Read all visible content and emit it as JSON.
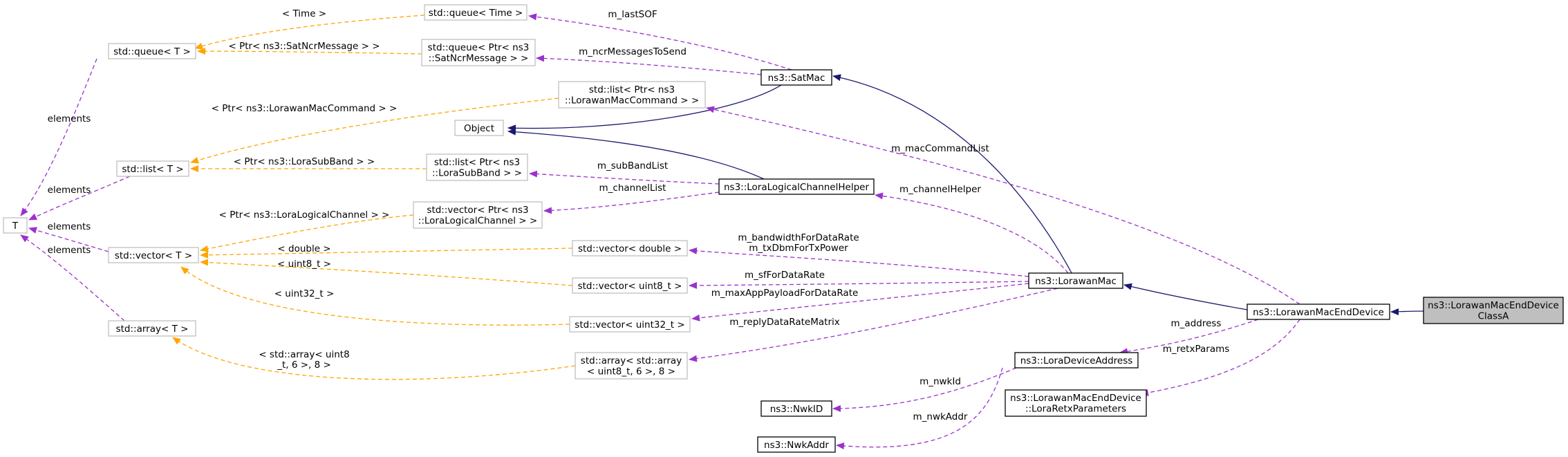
{
  "colors": {
    "inherit": "#191970",
    "usage": "#9a32cd",
    "template": "#ffa500",
    "node_border_main": "#000000",
    "node_border_ext": "#bfbfbf",
    "node_fill_focus": "#bfbfbf"
  },
  "nodes": [
    {
      "id": "T",
      "lines": [
        "T"
      ],
      "style": "ext"
    },
    {
      "id": "queue_T",
      "lines": [
        "std::queue< T >"
      ],
      "style": "ext"
    },
    {
      "id": "list_T",
      "lines": [
        "std::list< T >"
      ],
      "style": "ext"
    },
    {
      "id": "vector_T",
      "lines": [
        "std::vector< T >"
      ],
      "style": "ext"
    },
    {
      "id": "array_T",
      "lines": [
        "std::array< T >"
      ],
      "style": "ext"
    },
    {
      "id": "queue_time",
      "lines": [
        "std::queue< Time >"
      ],
      "style": "ext"
    },
    {
      "id": "queue_ncr",
      "lines": [
        "std::queue< Ptr< ns3",
        "::SatNcrMessage > >"
      ],
      "style": "ext"
    },
    {
      "id": "list_maccmd",
      "lines": [
        "std::list< Ptr< ns3",
        "::LorawanMacCommand > >"
      ],
      "style": "ext"
    },
    {
      "id": "object",
      "lines": [
        "Object"
      ],
      "style": "ext"
    },
    {
      "id": "list_subband",
      "lines": [
        "std::list< Ptr< ns3",
        "::LoraSubBand > >"
      ],
      "style": "ext"
    },
    {
      "id": "vector_logch",
      "lines": [
        "std::vector< Ptr< ns3",
        "::LoraLogicalChannel > >"
      ],
      "style": "ext"
    },
    {
      "id": "vector_double",
      "lines": [
        "std::vector< double >"
      ],
      "style": "ext"
    },
    {
      "id": "vector_uint8",
      "lines": [
        "std::vector< uint8_t >"
      ],
      "style": "ext"
    },
    {
      "id": "vector_uint32",
      "lines": [
        "std::vector< uint32_t >"
      ],
      "style": "ext"
    },
    {
      "id": "array_array",
      "lines": [
        "std::array< std::array",
        "< uint8_t, 6 >, 8 >"
      ],
      "style": "ext"
    },
    {
      "id": "satmac",
      "lines": [
        "ns3::SatMac"
      ],
      "style": "main"
    },
    {
      "id": "logch_helper",
      "lines": [
        "ns3::LoraLogicalChannelHelper"
      ],
      "style": "main"
    },
    {
      "id": "lorawan_mac",
      "lines": [
        "ns3::LorawanMac"
      ],
      "style": "main"
    },
    {
      "id": "lorawan_enddev",
      "lines": [
        "ns3::LorawanMacEndDevice"
      ],
      "style": "main"
    },
    {
      "id": "enddev_classA",
      "lines": [
        "ns3::LorawanMacEndDevice",
        "ClassA"
      ],
      "style": "focus"
    },
    {
      "id": "dev_address",
      "lines": [
        "ns3::LoraDeviceAddress"
      ],
      "style": "main"
    },
    {
      "id": "nwkid",
      "lines": [
        "ns3::NwkID"
      ],
      "style": "main"
    },
    {
      "id": "nwkaddr",
      "lines": [
        "ns3::NwkAddr"
      ],
      "style": "main"
    },
    {
      "id": "retx_params",
      "lines": [
        "ns3::LorawanMacEndDevice",
        "::LoraRetxParameters"
      ],
      "style": "main"
    }
  ],
  "edges": [
    {
      "kind": "usage",
      "label": [
        "elements"
      ]
    },
    {
      "kind": "usage",
      "label": [
        "elements"
      ]
    },
    {
      "kind": "usage",
      "label": [
        "elements"
      ]
    },
    {
      "kind": "usage",
      "label": [
        "elements"
      ]
    },
    {
      "kind": "template",
      "label": [
        "< Time >"
      ]
    },
    {
      "kind": "template",
      "label": [
        "< Ptr< ns3::SatNcrMessage > >"
      ]
    },
    {
      "kind": "template",
      "label": [
        "< Ptr< ns3::LorawanMacCommand > >"
      ]
    },
    {
      "kind": "template",
      "label": [
        "< Ptr< ns3::LoraSubBand > >"
      ]
    },
    {
      "kind": "template",
      "label": [
        "< Ptr< ns3::LoraLogicalChannel > >"
      ]
    },
    {
      "kind": "template",
      "label": [
        "< double >"
      ]
    },
    {
      "kind": "template",
      "label": [
        "< uint8_t >"
      ]
    },
    {
      "kind": "template",
      "label": [
        "< uint32_t >"
      ]
    },
    {
      "kind": "template",
      "label": [
        "< std::array< uint8",
        "_t, 6 >, 8 >"
      ]
    },
    {
      "kind": "usage",
      "label": [
        "m_lastSOF"
      ]
    },
    {
      "kind": "usage",
      "label": [
        "m_ncrMessagesToSend"
      ]
    },
    {
      "kind": "inherit",
      "label": []
    },
    {
      "kind": "inherit",
      "label": []
    },
    {
      "kind": "usage",
      "label": [
        "m_subBandList"
      ]
    },
    {
      "kind": "usage",
      "label": [
        "m_channelList"
      ]
    },
    {
      "kind": "inherit",
      "label": []
    },
    {
      "kind": "usage",
      "label": [
        "m_channelHelper"
      ]
    },
    {
      "kind": "usage",
      "label": [
        "m_bandwidthForDataRate",
        "m_txDbmForTxPower"
      ]
    },
    {
      "kind": "usage",
      "label": [
        "m_sfForDataRate"
      ]
    },
    {
      "kind": "usage",
      "label": [
        "m_maxAppPayloadForDataRate"
      ]
    },
    {
      "kind": "usage",
      "label": [
        "m_replyDataRateMatrix"
      ]
    },
    {
      "kind": "inherit",
      "label": []
    },
    {
      "kind": "usage",
      "label": [
        "m_macCommandList"
      ]
    },
    {
      "kind": "inherit",
      "label": []
    },
    {
      "kind": "usage",
      "label": [
        "m_address"
      ]
    },
    {
      "kind": "usage",
      "label": [
        "m_retxParams"
      ]
    },
    {
      "kind": "usage",
      "label": [
        "m_nwkId"
      ]
    },
    {
      "kind": "usage",
      "label": [
        "m_nwkAddr"
      ]
    }
  ]
}
